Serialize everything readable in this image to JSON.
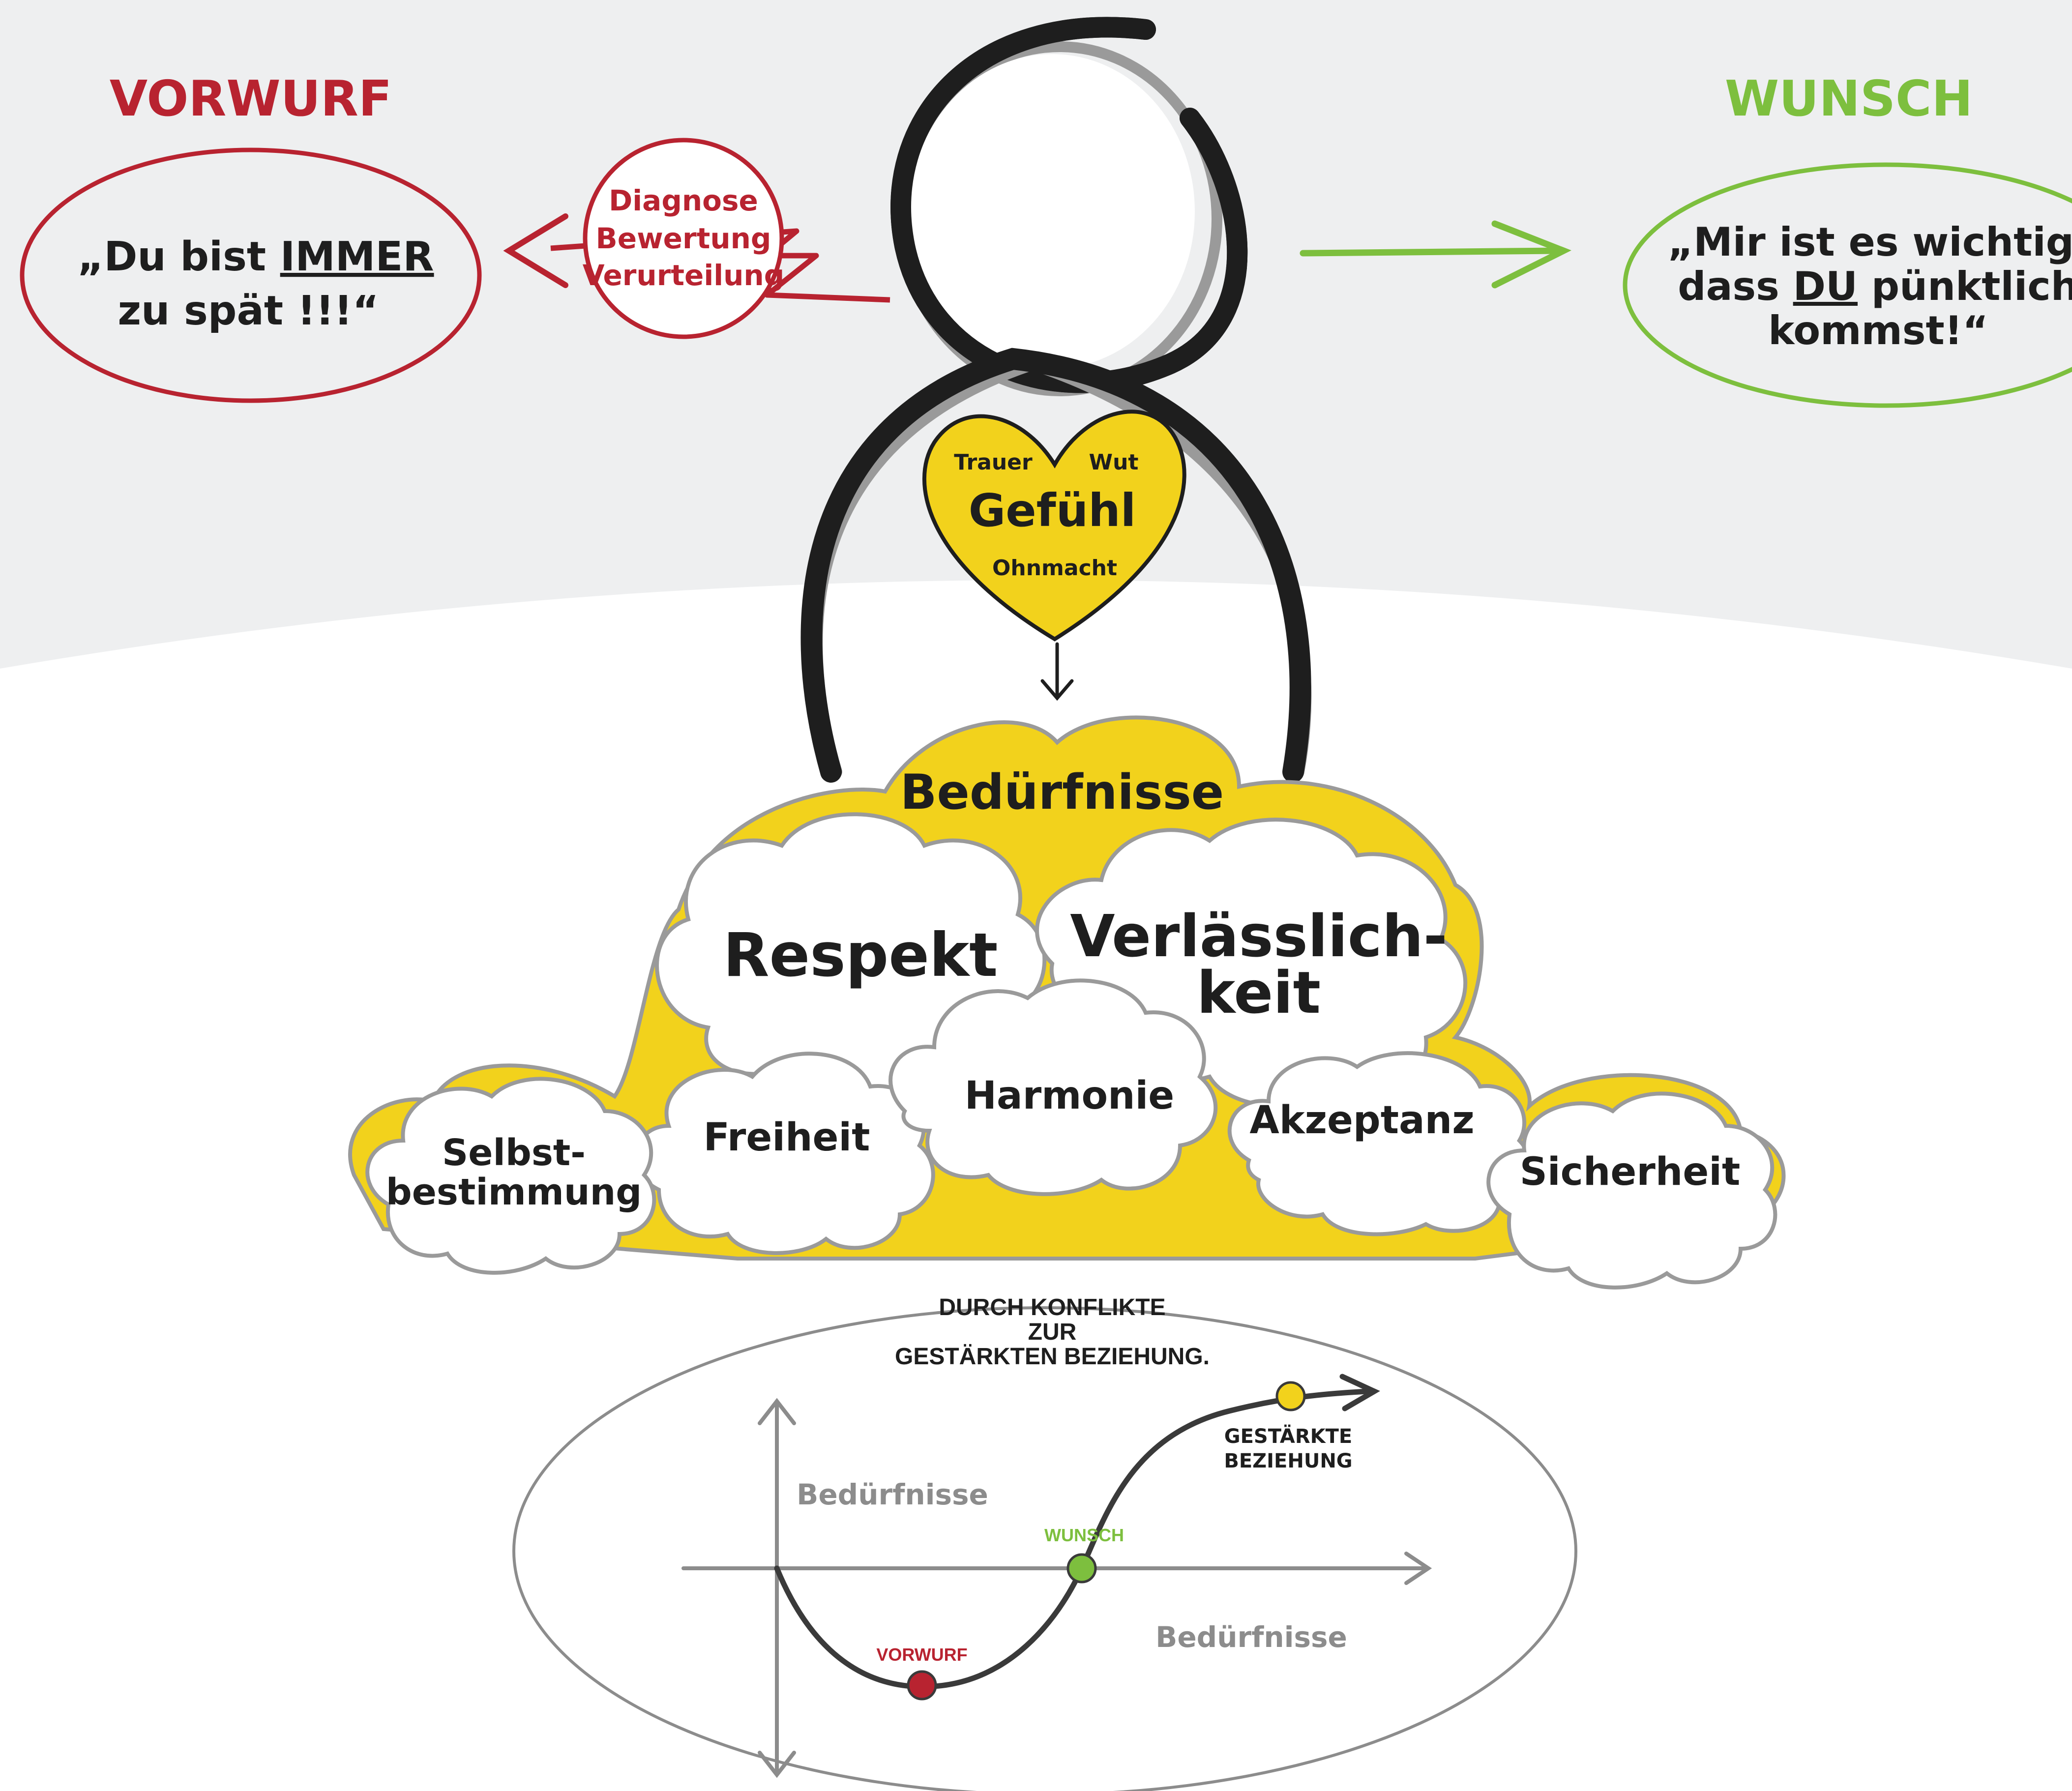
{
  "left": {
    "title": "VORWURF",
    "quote_line1": "„Du bist ",
    "quote_emph": "IMMER",
    "quote_line2": "zu spät !!!“",
    "judgement": [
      "Diagnose",
      "Bewertung",
      "Verurteilung"
    ]
  },
  "right": {
    "title": "WUNSCH",
    "quote_line1": "„Mir ist es wichtig,",
    "quote_line2a": "dass ",
    "quote_emph": "DU",
    "quote_line2b": " pünktlich",
    "quote_line3": "kommst!“"
  },
  "heart": {
    "title": "Gefühl",
    "emotions": [
      "Trauer",
      "Wut",
      "Ohnmacht"
    ]
  },
  "needs": {
    "title": "Bedürfnisse",
    "respekt": "Respekt",
    "verlaesslichkeit_1": "Verlässlich-",
    "verlaesslichkeit_2": "keit",
    "harmonie": "Harmonie",
    "freiheit": "Freiheit",
    "akzeptanz": "Akzeptanz",
    "selbst_1": "Selbst-",
    "selbst_2": "bestimmung",
    "sicherheit": "Sicherheit"
  },
  "graph": {
    "title_1": "DURCH KONFLIKTE",
    "title_2": "ZUR",
    "title_3": "GESTÄRKTEN BEZIEHUNG.",
    "needs_upper": "Bedürfnisse",
    "needs_lower": "Bedürfnisse",
    "vorwurf": "VORWURF",
    "wunsch": "WUNSCH",
    "gestaerkt_1": "GESTÄRKTE",
    "gestaerkt_2": "BEZIEHUNG"
  },
  "colors": {
    "red": "#b82330",
    "green": "#7dbf3e",
    "yellow": "#f2d21c",
    "dark": "#1e1e1e",
    "gray": "#8c8c8c",
    "background_top": "#eeeff0"
  }
}
